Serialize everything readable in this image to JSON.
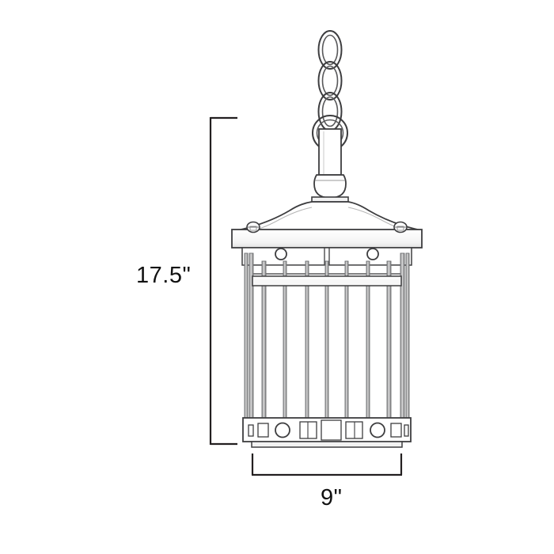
{
  "drawing": {
    "title": "Pendant Lantern Dimension Drawing",
    "product_type": "outdoor hanging pendant lantern",
    "background_color": "#ffffff",
    "line_color": "#231f20",
    "accent_line_color": "#6d6e71",
    "dimensions": {
      "height": {
        "label": "17.5\"",
        "value": 17.5,
        "unit": "inch",
        "orientation": "vertical",
        "position": "left"
      },
      "width": {
        "label": "9\"",
        "value": 9,
        "unit": "inch",
        "orientation": "horizontal",
        "position": "bottom"
      }
    },
    "parts": [
      {
        "name": "chain-link-1",
        "shape": "oval-link"
      },
      {
        "name": "chain-link-2",
        "shape": "oval-link"
      },
      {
        "name": "chain-link-3",
        "shape": "oval-link"
      },
      {
        "name": "hanger-ring",
        "shape": "circle-ring"
      },
      {
        "name": "stem-rod",
        "shape": "rectangle"
      },
      {
        "name": "ball-finial",
        "shape": "sphere"
      },
      {
        "name": "roof-cap",
        "shape": "flared-dome"
      },
      {
        "name": "top-plate",
        "shape": "rectangle"
      },
      {
        "name": "bolt-finial-left",
        "shape": "small-knob"
      },
      {
        "name": "bolt-finial-right",
        "shape": "small-knob"
      },
      {
        "name": "rivet-left",
        "shape": "circle"
      },
      {
        "name": "rivet-right",
        "shape": "circle"
      },
      {
        "name": "upper-cage-band",
        "shape": "rectangle"
      },
      {
        "name": "glass-cage-bars",
        "shape": "vertical-bars",
        "count": 12
      },
      {
        "name": "decorative-band",
        "shape": "rectangle"
      },
      {
        "name": "bottom-plate",
        "shape": "rectangle"
      }
    ],
    "decorative_band_motifs": [
      "narrow-rect",
      "small-square",
      "circle",
      "medium-square",
      "large-square",
      "medium-square",
      "circle",
      "small-square",
      "narrow-rect"
    ]
  }
}
